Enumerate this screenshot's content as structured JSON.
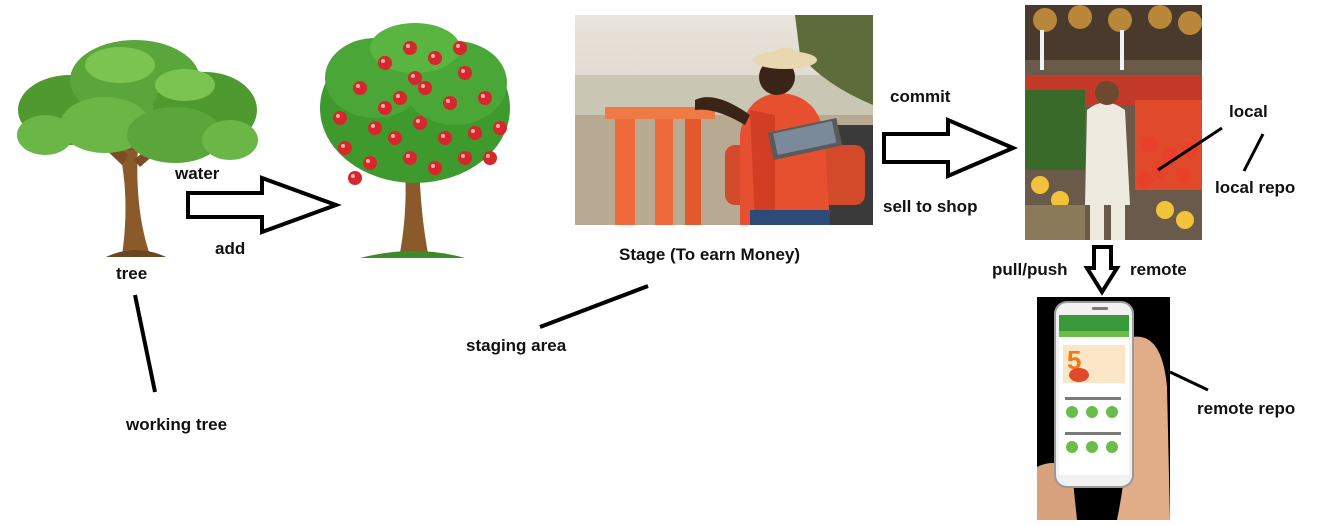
{
  "labels": {
    "tree": "tree",
    "working_tree": "working tree",
    "water": "water",
    "add": "add",
    "stage": "Stage (To earn Money)",
    "staging_area": "staging area",
    "commit": "commit",
    "sell_to_shop": "sell to shop",
    "local": "local",
    "local_repo": "local repo",
    "pull_push": "pull/push",
    "remote": "remote",
    "remote_repo": "remote repo"
  },
  "phone_screen": {
    "promo_number": "5"
  },
  "colors": {
    "tree_foliage": "#5aa63a",
    "trunk": "#8a5a2b",
    "apple": "#d7262c",
    "shirt": "#e6502e",
    "hat": "#e9d7b0",
    "phone_header": "#3a9a3a",
    "promo": "#f07a17"
  },
  "icons": [
    "green-tree-icon",
    "apple-tree-icon",
    "farmer-photo",
    "fruit-shop-photo",
    "smartphone-photo"
  ]
}
